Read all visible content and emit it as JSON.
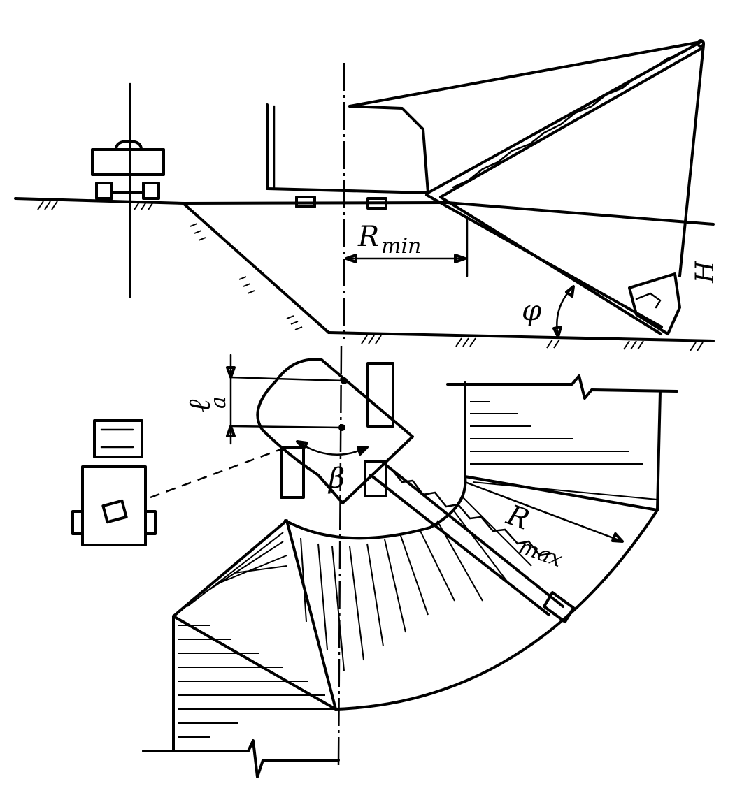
{
  "labels": {
    "r_min_main": "R",
    "r_min_sub": "min",
    "h": "H",
    "phi": "φ",
    "l_main": "ℓ",
    "l_sub": "a",
    "beta": "β",
    "r_max_main": "R",
    "r_max_sub": "max"
  },
  "colors": {
    "ink": "#000000",
    "paper": "#ffffff"
  }
}
